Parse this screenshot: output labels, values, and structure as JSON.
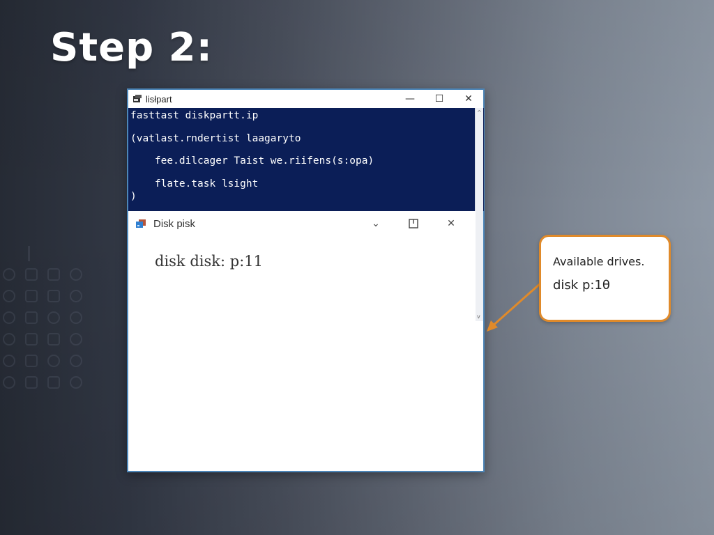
{
  "slide": {
    "title": "Step 2:"
  },
  "colors": {
    "accent_orange": "#e08a2a",
    "console_bg": "#0b1e57",
    "window_border": "#4d86b8"
  },
  "outer_window": {
    "title": "lisłpart",
    "icon": "diskpart-app-icon",
    "controls": [
      "minimize",
      "maximize",
      "close"
    ],
    "console_lines": [
      "fasttast diskpartt.ip",
      "(vatlast.rndertist laagaryto",
      "    fee.dilcager Taist we.riifens(s:opa)",
      "    flate.task lsight",
      ")"
    ]
  },
  "inner_window": {
    "title": "Disk pisk",
    "icon": "disk-app-icon",
    "controls": [
      "minimize",
      "restore",
      "close"
    ],
    "content_text": "disk disk: p:11"
  },
  "callout": {
    "heading": "Available drives.",
    "value": "disk p:1θ"
  },
  "icons": {
    "minimize": "—",
    "maximize": "☐",
    "close": "✕",
    "chevron": "⌄",
    "scroll_up": "^",
    "scroll_down": "v"
  }
}
